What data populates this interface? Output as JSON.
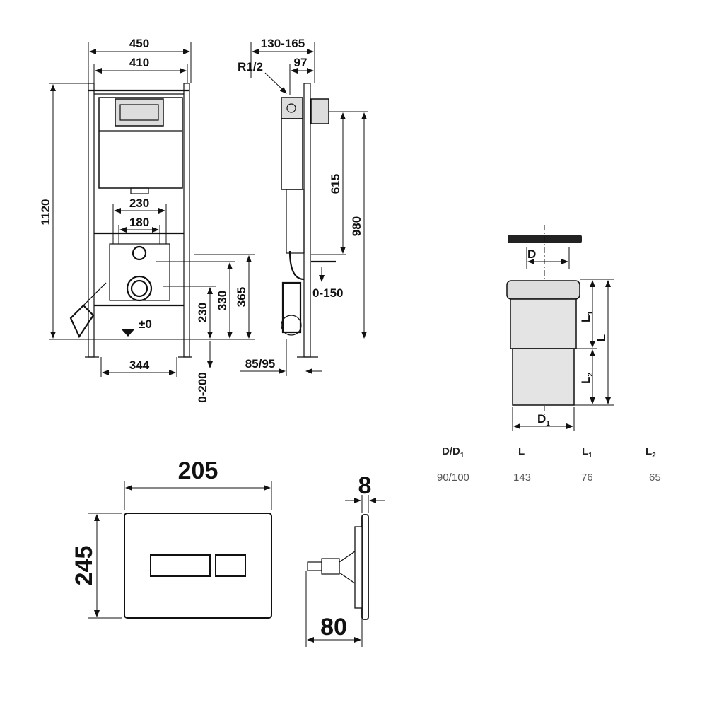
{
  "front_view": {
    "dims": {
      "width_outer": "450",
      "width_inner": "410",
      "height": "1120",
      "w230": "230",
      "w180": "180",
      "level": "±0",
      "w344": "344",
      "adj": "0-200",
      "h230": "230",
      "h330": "330",
      "h365": "365"
    }
  },
  "side_view": {
    "dims": {
      "depth": "130-165",
      "thread": "R1/2",
      "d97": "97",
      "h615": "615",
      "h980": "980",
      "range": "0-150",
      "pipe": "85/95"
    }
  },
  "adapter": {
    "labels": {
      "D": "D",
      "D1_main": "D",
      "D1_sub": "1",
      "L": "L",
      "L1_main": "L",
      "L1_sub": "1",
      "L2_main": "L",
      "L2_sub": "2"
    },
    "table": {
      "headers": [
        {
          "main": "D/D",
          "sub": "1"
        },
        {
          "main": "L",
          "sub": ""
        },
        {
          "main": "L",
          "sub": "1"
        },
        {
          "main": "L",
          "sub": "2"
        }
      ],
      "values": [
        "90/100",
        "143",
        "76",
        "65"
      ]
    }
  },
  "flush_plate": {
    "dims": {
      "width": "205",
      "height": "245",
      "thickness": "8",
      "depth": "80"
    }
  }
}
